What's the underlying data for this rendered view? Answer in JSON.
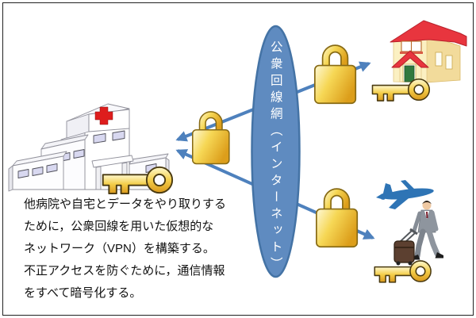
{
  "description": {
    "lines": [
      "他病院や自宅とデータをやり取りする",
      "ために，公衆回線を用いた仮想的な",
      "ネットワーク（VPN）を構築する。",
      "不正アクセスを防ぐために，通信情報",
      "をすべて暗号化する。"
    ]
  },
  "network": {
    "label": "公衆回線網（インターネット）"
  },
  "icons": {
    "hospital": "hospital-building",
    "house": "house-with-red-roof",
    "traveler": "businessman-with-suitcase",
    "airplane": "airplane",
    "padlock": "gold-padlock",
    "key": "gold-key"
  },
  "colors": {
    "arrow": "#4E81BD",
    "ellipse_fill": "#5F8BC0",
    "ellipse_stroke": "#4473A5",
    "gold_light": "#FFF9CF",
    "gold_dark": "#D9981B",
    "cross_red": "#DE1D1D",
    "roof_red": "#E8353E",
    "wall_cream": "#FBF0C2",
    "plane_blue": "#2E74B5"
  }
}
